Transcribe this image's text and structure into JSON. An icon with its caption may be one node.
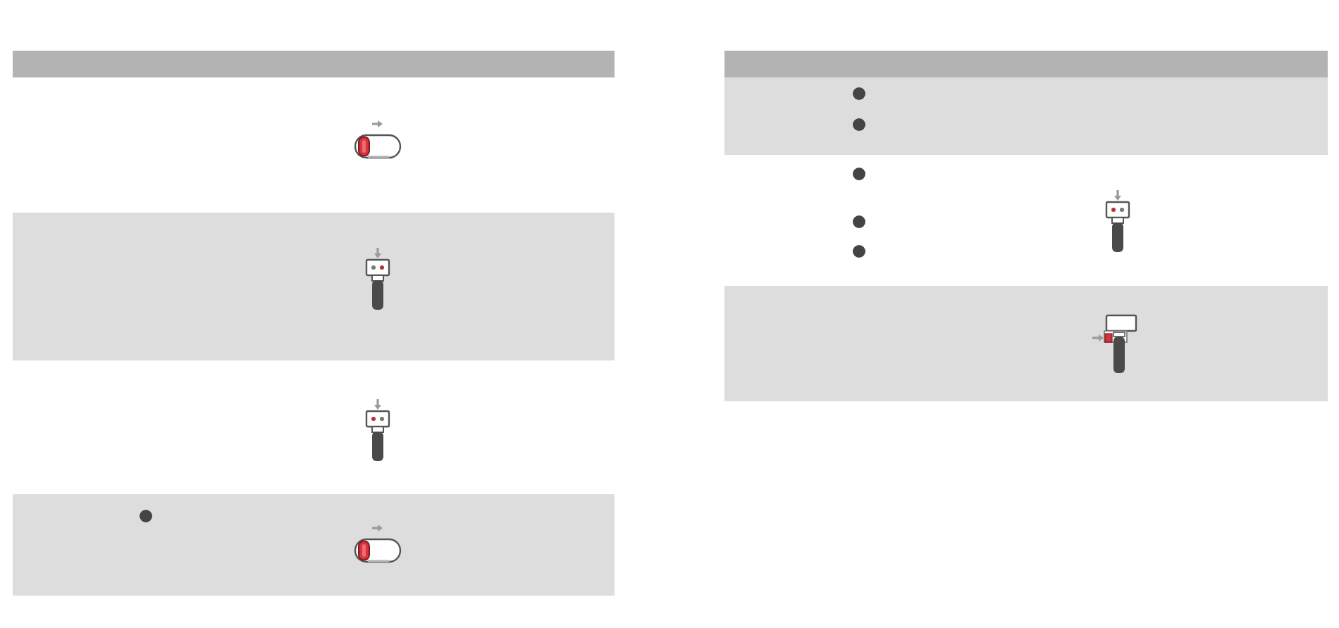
{
  "diagram": {
    "nodes": [
      {
        "text": [],
        "shape": "bar"
      },
      {
        "text": [],
        "shape": "picture"
      },
      {
        "text": [],
        "shape": "box"
      },
      {
        "text": [],
        "shape": "picture",
        "in": 2
      },
      {
        "text": [],
        "shape": "picture"
      },
      {
        "text": [],
        "shape": "box"
      },
      {
        "text": [],
        "shape": "picture",
        "in": 5
      },
      {
        "text": [],
        "shape": "bar"
      },
      {
        "text": [],
        "shape": "box"
      },
      {
        "text": [],
        "shape": "picture"
      },
      {
        "text": [],
        "shape": "box"
      },
      {
        "text": [],
        "shape": "picture",
        "in": 10
      }
    ]
  }
}
